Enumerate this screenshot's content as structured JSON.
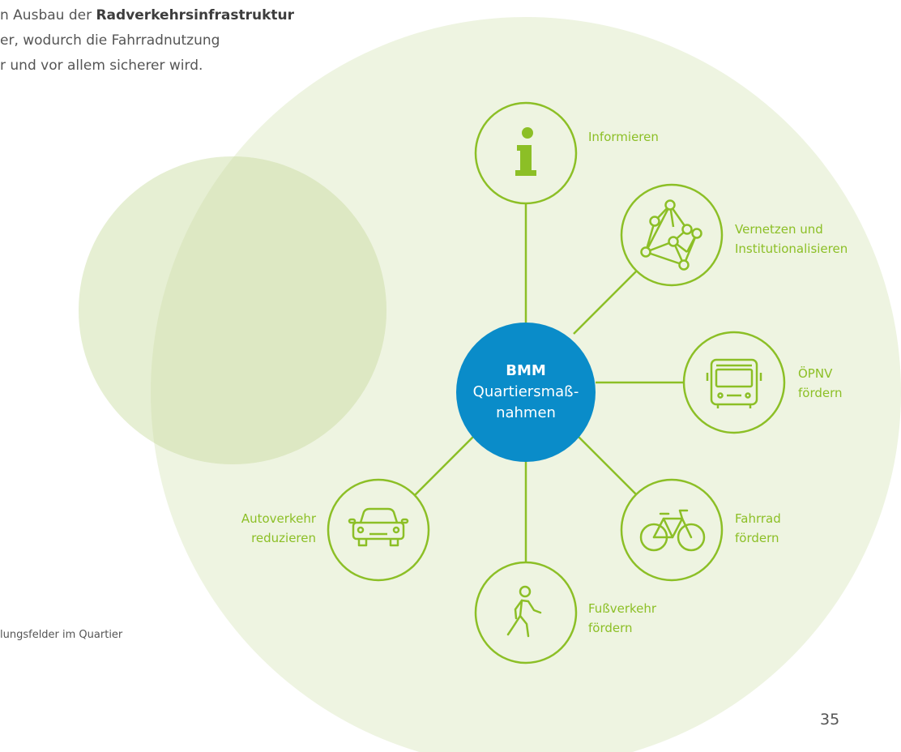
{
  "intro": {
    "line1_pre": "n Ausbau der ",
    "line1_bold": "Radverkehrsinfrastruktur",
    "line2": "er, wodurch die Fahrradnutzung",
    "line3": "r und vor allem sicherer wird."
  },
  "caption": "lungsfelder im Quartier",
  "page_number": "35",
  "center": {
    "title": "BMM",
    "line1": "Quartiersmaß-",
    "line2": "nahmen"
  },
  "nodes": {
    "informieren": {
      "label": "Informieren",
      "icon": "info-icon"
    },
    "vernetzen": {
      "line1": "Vernetzen und",
      "line2": "Institutionalisieren",
      "icon": "network-icon"
    },
    "oepnv": {
      "line1": "ÖPNV",
      "line2": "fördern",
      "icon": "bus-icon"
    },
    "fahrrad": {
      "line1": "Fahrrad",
      "line2": "fördern",
      "icon": "bicycle-icon"
    },
    "fuss": {
      "line1": "Fußverkehr",
      "line2": "fördern",
      "icon": "pedestrian-icon"
    },
    "auto": {
      "line1": "Autoverkehr",
      "line2": "reduzieren",
      "icon": "car-icon"
    }
  },
  "colors": {
    "accent_green": "#8cbf26",
    "center_blue": "#0a8cc9",
    "big_circle_fill": "#eef4e1",
    "small_circle_fill": "#e4edd0",
    "overlap_fill": "#d9e6bd"
  }
}
